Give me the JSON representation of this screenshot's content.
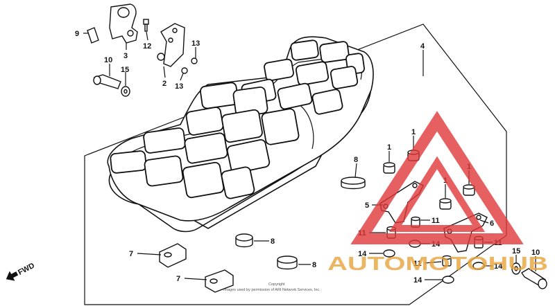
{
  "callouts": [
    {
      "id": "c1a",
      "text": "1"
    },
    {
      "id": "c1b",
      "text": "1"
    },
    {
      "id": "c1c",
      "text": "1"
    },
    {
      "id": "c1d",
      "text": "1"
    },
    {
      "id": "c2",
      "text": "2"
    },
    {
      "id": "c3",
      "text": "3"
    },
    {
      "id": "c4",
      "text": "4"
    },
    {
      "id": "c5",
      "text": "5"
    },
    {
      "id": "c6",
      "text": "6"
    },
    {
      "id": "c7a",
      "text": "7"
    },
    {
      "id": "c7b",
      "text": "7"
    },
    {
      "id": "c8a",
      "text": "8"
    },
    {
      "id": "c8b",
      "text": "8"
    },
    {
      "id": "c8c",
      "text": "8"
    },
    {
      "id": "c9",
      "text": "9"
    },
    {
      "id": "c10a",
      "text": "10"
    },
    {
      "id": "c10b",
      "text": "10"
    },
    {
      "id": "c11a",
      "text": "11"
    },
    {
      "id": "c11b",
      "text": "11"
    },
    {
      "id": "c11c",
      "text": "11"
    },
    {
      "id": "c11d",
      "text": "11"
    },
    {
      "id": "c12",
      "text": "12"
    },
    {
      "id": "c13a",
      "text": "13"
    },
    {
      "id": "c13b",
      "text": "13"
    },
    {
      "id": "c14a",
      "text": "14"
    },
    {
      "id": "c14b",
      "text": "14"
    },
    {
      "id": "c14c",
      "text": "14"
    },
    {
      "id": "c14d",
      "text": "14"
    },
    {
      "id": "c15a",
      "text": "15"
    },
    {
      "id": "c15b",
      "text": "15"
    }
  ],
  "fwd_label": "FWD",
  "copyright": {
    "line1": "Copyright",
    "line2": "Images used by permission of ARI Network Services, Inc."
  },
  "watermark": {
    "text": "AUTOMOTOHUB",
    "color": "#e8a33b",
    "triangle_color": "#e0393b"
  }
}
